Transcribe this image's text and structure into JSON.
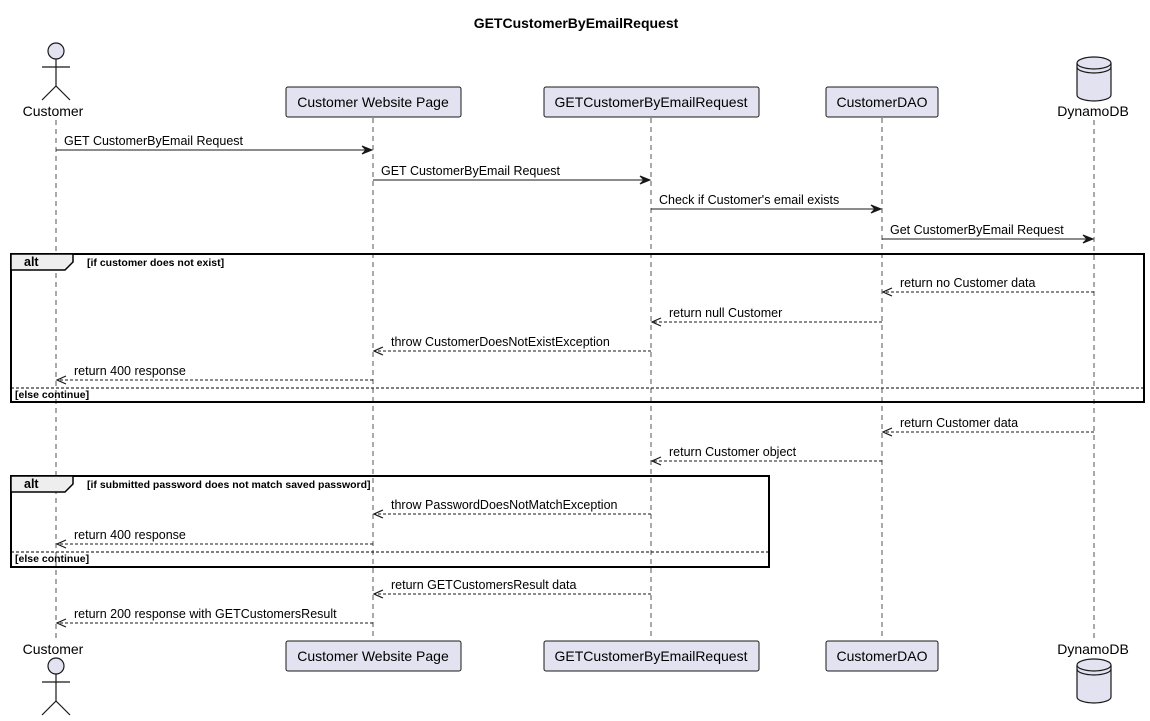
{
  "title": "GETCustomerByEmailRequest",
  "participants": [
    {
      "id": "customer",
      "label": "Customer",
      "kind": "actor"
    },
    {
      "id": "website",
      "label": "Customer Website Page",
      "kind": "participant"
    },
    {
      "id": "request",
      "label": "GETCustomerByEmailRequest",
      "kind": "participant"
    },
    {
      "id": "dao",
      "label": "CustomerDAO",
      "kind": "participant"
    },
    {
      "id": "dynamo",
      "label": "DynamoDB",
      "kind": "database"
    }
  ],
  "messages": [
    {
      "label": "GET CustomerByEmail Request",
      "from": "customer",
      "to": "website",
      "style": "solid"
    },
    {
      "label": "GET CustomerByEmail Request",
      "from": "website",
      "to": "request",
      "style": "solid"
    },
    {
      "label": "Check if Customer's email exists",
      "from": "request",
      "to": "dao",
      "style": "solid"
    },
    {
      "label": "Get CustomerByEmail Request",
      "from": "dao",
      "to": "dynamo",
      "style": "solid"
    },
    {
      "label": "return no Customer data",
      "from": "dynamo",
      "to": "dao",
      "style": "dashed"
    },
    {
      "label": "return null Customer",
      "from": "dao",
      "to": "request",
      "style": "dashed"
    },
    {
      "label": "throw CustomerDoesNotExistException",
      "from": "request",
      "to": "website",
      "style": "dashed"
    },
    {
      "label": "return 400 response",
      "from": "website",
      "to": "customer",
      "style": "dashed"
    },
    {
      "label": "return Customer data",
      "from": "dynamo",
      "to": "dao",
      "style": "dashed"
    },
    {
      "label": "return Customer object",
      "from": "dao",
      "to": "request",
      "style": "dashed"
    },
    {
      "label": "throw PasswordDoesNotMatchException",
      "from": "request",
      "to": "website",
      "style": "dashed"
    },
    {
      "label": "return 400 response",
      "from": "website",
      "to": "customer",
      "style": "dashed"
    },
    {
      "label": "return GETCustomersResult data",
      "from": "request",
      "to": "website",
      "style": "dashed"
    },
    {
      "label": "return 200 response with GETCustomersResult",
      "from": "website",
      "to": "customer",
      "style": "dashed"
    }
  ],
  "fragments": [
    {
      "keyword": "alt",
      "condition": "[if customer does not exist]",
      "else_label": "[else continue]"
    },
    {
      "keyword": "alt",
      "condition": "[if submitted password does not match saved password]",
      "else_label": "[else continue]"
    }
  ]
}
